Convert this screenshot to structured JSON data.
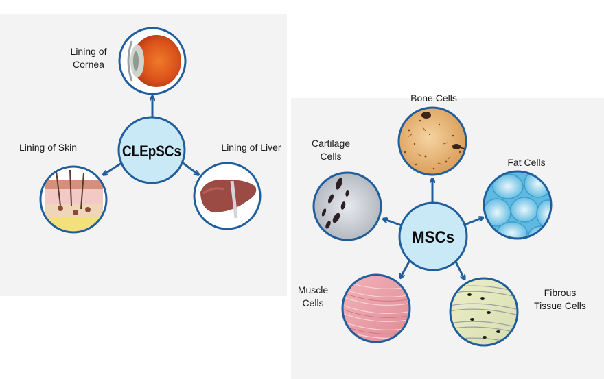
{
  "clepscs": {
    "hub": "CLEpSCs",
    "cornea": [
      "Lining of",
      "Cornea"
    ],
    "skin": "Lining of Skin",
    "liver": "Lining of Liver"
  },
  "mscs": {
    "hub": "MSCs",
    "bone": "Bone Cells",
    "cartilage": [
      "Cartilage",
      "Cells"
    ],
    "fat": "Fat Cells",
    "muscle": [
      "Muscle",
      "Cells"
    ],
    "fibrous": [
      "Fibrous",
      "Tissue Cells"
    ]
  },
  "colors": {
    "ring": "#1f5d9c",
    "hub_fill": "#c9e9f6",
    "arrow": "#1f5d9c",
    "panel": "#f3f3f4"
  }
}
